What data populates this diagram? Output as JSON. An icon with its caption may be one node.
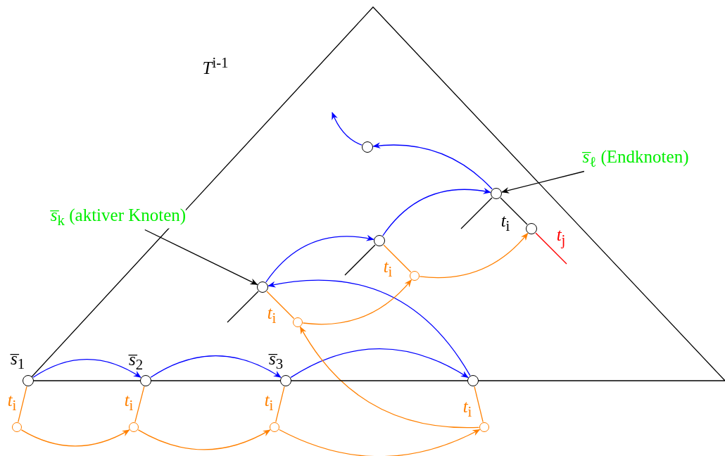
{
  "diagram": {
    "nodes": [
      {
        "text": [
          "*T*$^{i-1}$"
        ]
      },
      {
        "text": [],
        "shape": "circle",
        "beside": [
          "*s̅*$_{1}$"
        ]
      },
      {
        "text": [],
        "shape": "circle",
        "beside": [
          "*s̅*$_{2}$"
        ]
      },
      {
        "text": [],
        "shape": "circle",
        "beside": [
          "*s̅*$_{3}$"
        ]
      },
      {
        "text": [],
        "shape": "circle"
      },
      {
        "text": [],
        "shape": "circle"
      },
      {
        "text": [],
        "shape": "circle"
      },
      {
        "text": [],
        "shape": "circle"
      },
      {
        "text": [],
        "shape": "circle"
      },
      {
        "text": [],
        "shape": "circle",
        "in": 0
      },
      {
        "text": [],
        "shape": "circle",
        "in": 0
      },
      {
        "text": [],
        "shape": "circle",
        "in": 0
      },
      {
        "text": [],
        "shape": "circle",
        "in": 0
      },
      {
        "text": [],
        "shape": "circle",
        "in": 0
      },
      {
        "text": [],
        "shape": "circle",
        "in": 0
      },
      {
        "text": [],
        "shape": "circle",
        "in": 0
      },
      {
        "text": [
          "*s̅*$_{k}$ (aktiver Knoten)"
        ]
      },
      {
        "text": [
          "*s̅*$_{ℓ}$ (Endknoten)"
        ]
      }
    ],
    "edges": [
      {
        "from": 1,
        "to": 2,
        "arrow": "to",
        "color": "#0000ff"
      },
      {
        "from": 2,
        "to": 3,
        "arrow": "to",
        "color": "#0000ff"
      },
      {
        "from": 3,
        "to": 4,
        "arrow": "to",
        "color": "#0000ff"
      },
      {
        "from": 4,
        "to": 9,
        "arrow": "to",
        "color": "#0000ff"
      },
      {
        "from": 9,
        "to": 11,
        "arrow": "to",
        "color": "#0000ff"
      },
      {
        "from": 11,
        "to": 13,
        "arrow": "to",
        "color": "#0000ff"
      },
      {
        "from": 13,
        "to": 15,
        "arrow": "to",
        "color": "#0000ff"
      },
      {
        "from": 15,
        "to": null,
        "arrow": "to",
        "color": "#0000ff"
      },
      {
        "from": 5,
        "to": 6,
        "arrow": "to"
      },
      {
        "from": 6,
        "to": 7,
        "arrow": "to"
      },
      {
        "from": 7,
        "to": 8,
        "arrow": "to"
      },
      {
        "from": 8,
        "to": 10,
        "arrow": "to"
      },
      {
        "from": 10,
        "to": 12,
        "arrow": "to"
      },
      {
        "from": 12,
        "to": 14,
        "arrow": "to"
      },
      {
        "from": 1,
        "to": 5,
        "arrow": "none",
        "label": "*t*$_{i}$"
      },
      {
        "from": 2,
        "to": 6,
        "arrow": "none",
        "label": "*t*$_{i}$"
      },
      {
        "from": 3,
        "to": 7,
        "arrow": "none",
        "label": "*t*$_{i}$"
      },
      {
        "from": 4,
        "to": 8,
        "arrow": "none",
        "label": "*t*$_{i}$"
      },
      {
        "from": 9,
        "to": 10,
        "arrow": "none",
        "label": "*t*$_{i}$"
      },
      {
        "from": 11,
        "to": 12,
        "arrow": "none",
        "label": "*t*$_{i}$"
      },
      {
        "from": 13,
        "to": 14,
        "arrow": "none",
        "label": "*t*$_{i}$",
        "color": "#000000"
      },
      {
        "from": 14,
        "to": null,
        "arrow": "none",
        "label": "*t*$_{j}$",
        "color": "#ff0000"
      },
      {
        "from": 9,
        "to": null,
        "arrow": "none",
        "color": "#000000"
      },
      {
        "from": 11,
        "to": null,
        "arrow": "none",
        "color": "#000000"
      },
      {
        "from": 13,
        "to": null,
        "arrow": "none",
        "color": "#000000"
      },
      {
        "from": 16,
        "to": 9,
        "arrow": "to",
        "color": "#000000"
      },
      {
        "from": 17,
        "to": 13,
        "arrow": "to",
        "color": "#000000"
      }
    ]
  }
}
